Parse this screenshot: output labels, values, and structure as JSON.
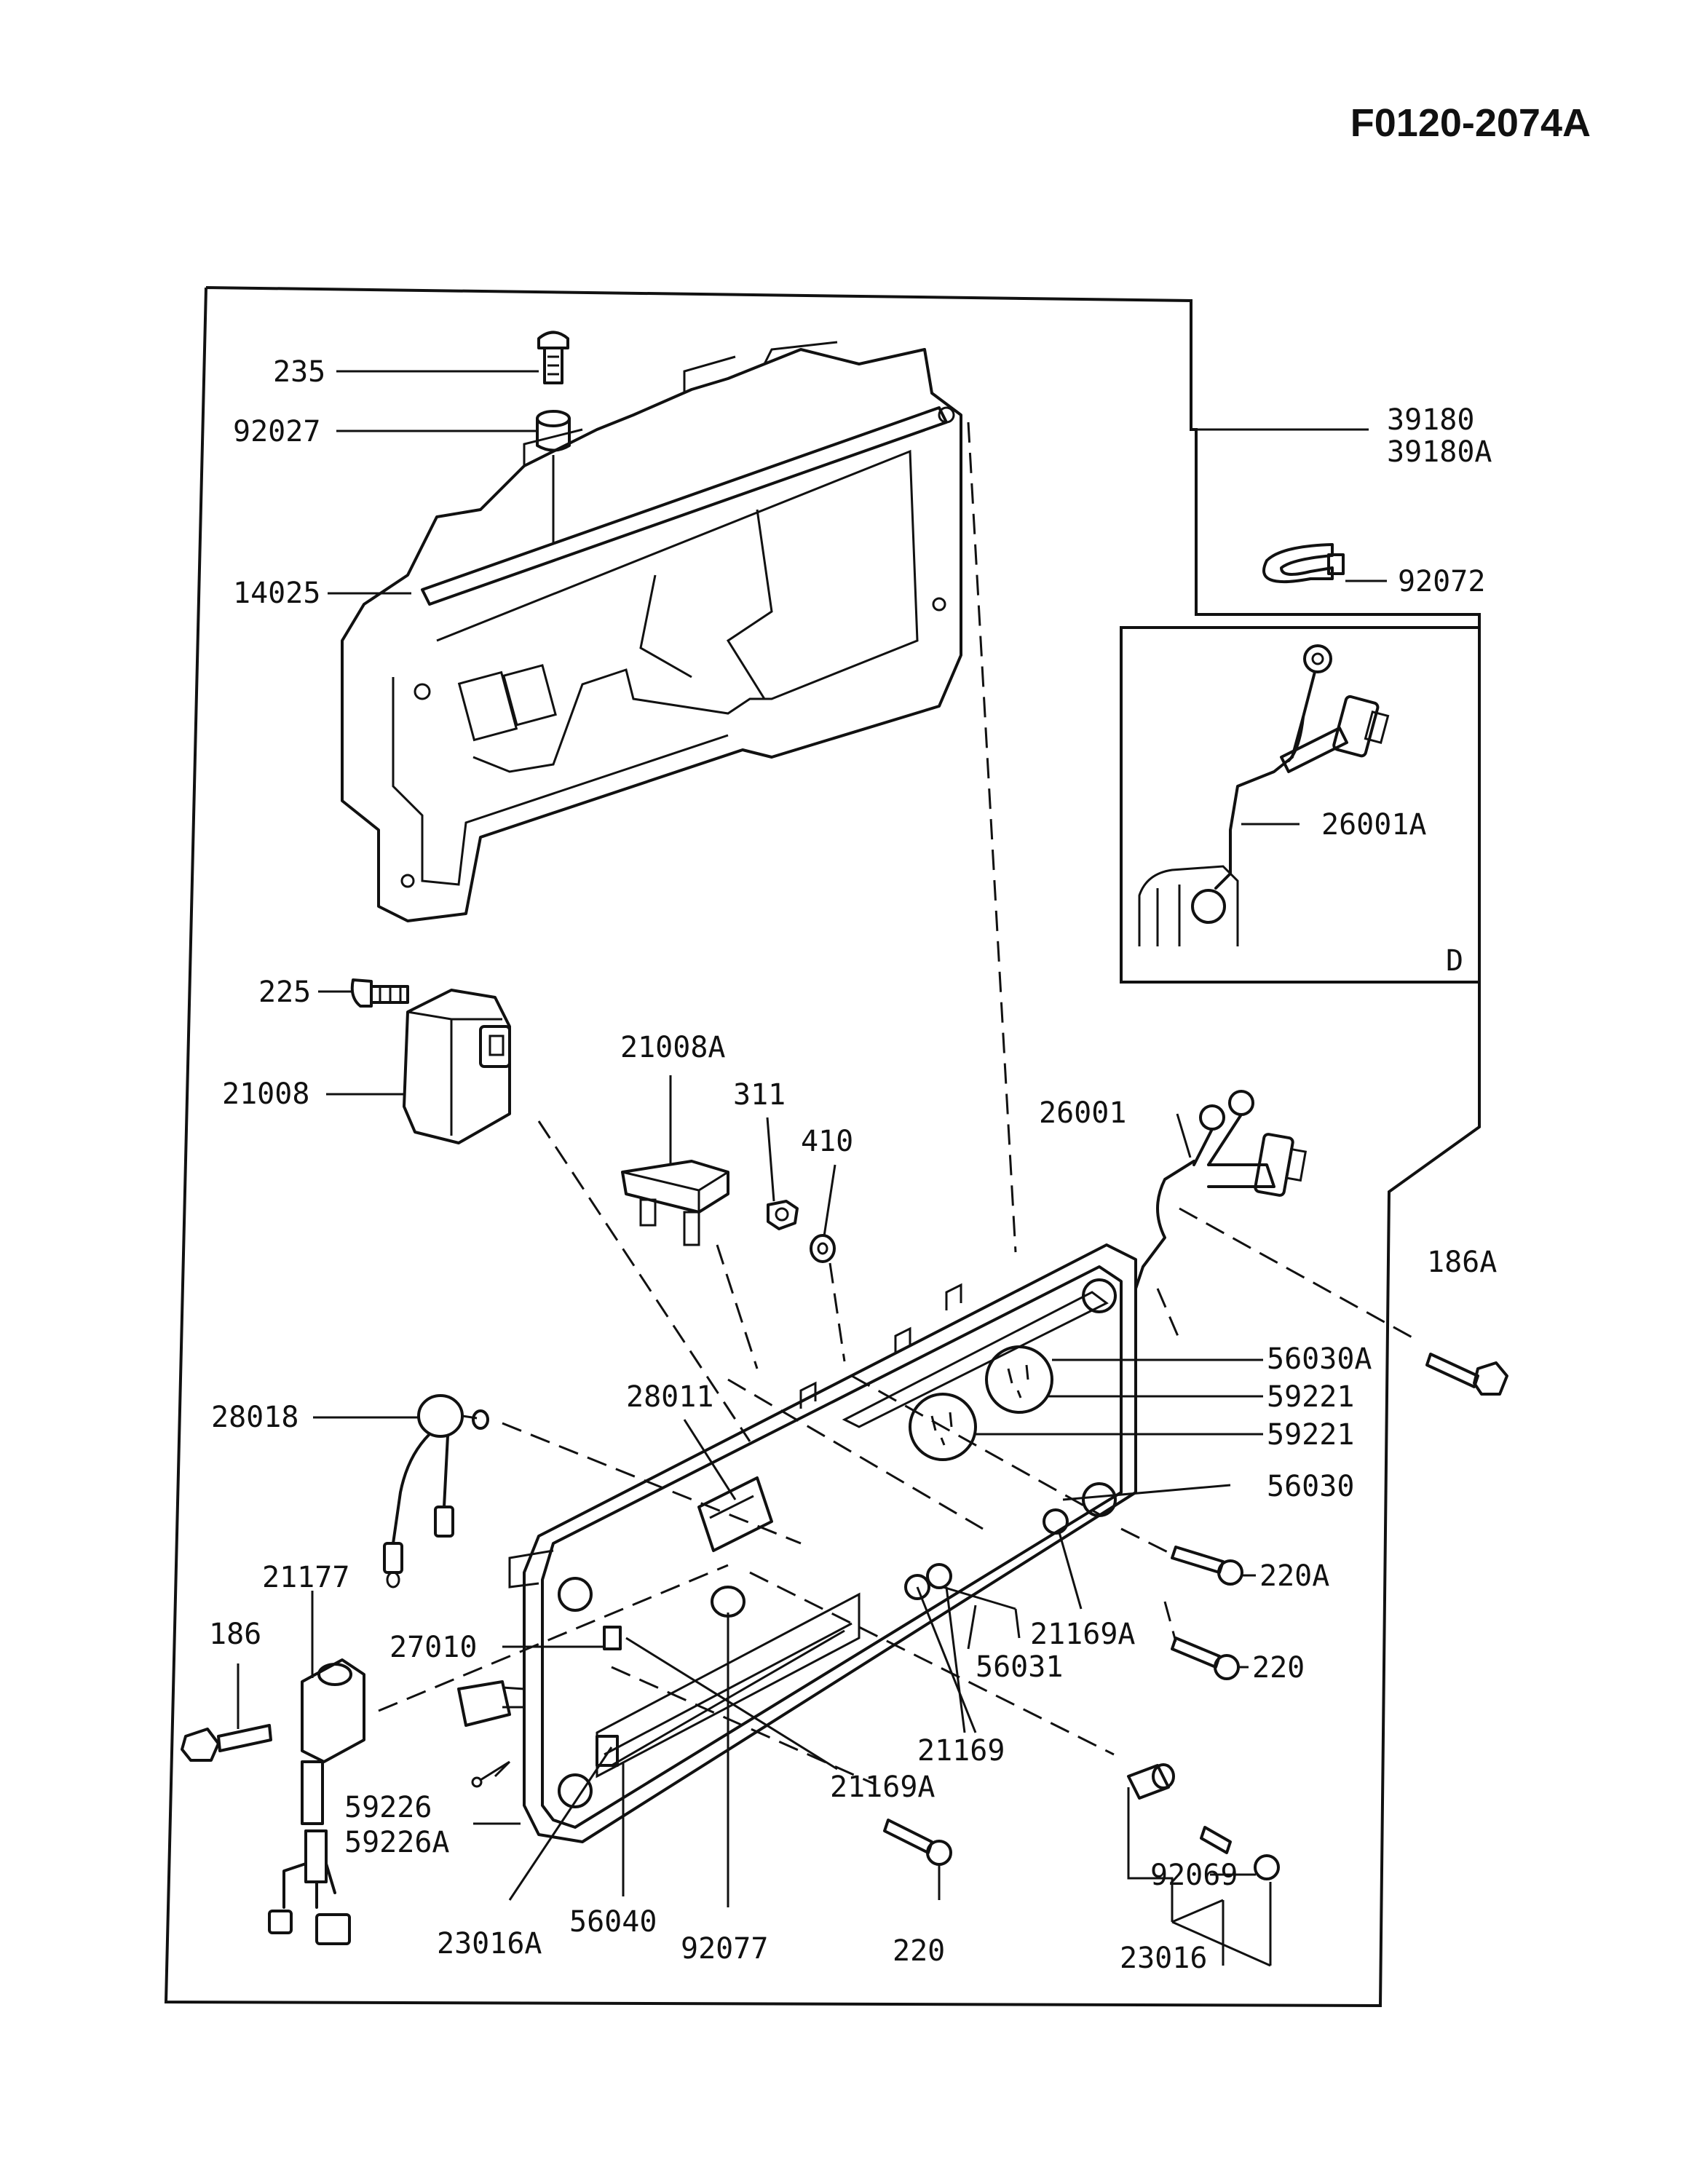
{
  "header": {
    "drawing_number": "F0120-2074A"
  },
  "detail": {
    "letter": "D"
  },
  "callouts": [
    {
      "id": "235",
      "text": "235"
    },
    {
      "id": "92027",
      "text": "92027"
    },
    {
      "id": "14025",
      "text": "14025"
    },
    {
      "id": "39180",
      "text": "39180"
    },
    {
      "id": "39180A",
      "text": "39180A"
    },
    {
      "id": "92072",
      "text": "92072"
    },
    {
      "id": "26001A",
      "text": "26001A"
    },
    {
      "id": "225",
      "text": "225"
    },
    {
      "id": "21008",
      "text": "21008"
    },
    {
      "id": "21008A",
      "text": "21008A"
    },
    {
      "id": "311",
      "text": "311"
    },
    {
      "id": "410",
      "text": "410"
    },
    {
      "id": "26001",
      "text": "26001"
    },
    {
      "id": "186A",
      "text": "186A"
    },
    {
      "id": "56030A",
      "text": "56030A"
    },
    {
      "id": "59221a",
      "text": "59221"
    },
    {
      "id": "59221b",
      "text": "59221"
    },
    {
      "id": "56030",
      "text": "56030"
    },
    {
      "id": "28018",
      "text": "28018"
    },
    {
      "id": "28011",
      "text": "28011"
    },
    {
      "id": "220A",
      "text": "220A"
    },
    {
      "id": "21177",
      "text": "21177"
    },
    {
      "id": "21169Aa",
      "text": "21169A"
    },
    {
      "id": "186",
      "text": "186"
    },
    {
      "id": "27010",
      "text": "27010"
    },
    {
      "id": "56031",
      "text": "56031"
    },
    {
      "id": "220a",
      "text": "220"
    },
    {
      "id": "21169",
      "text": "21169"
    },
    {
      "id": "21169Ab",
      "text": "21169A"
    },
    {
      "id": "59226",
      "text": "59226"
    },
    {
      "id": "59226A",
      "text": "59226A"
    },
    {
      "id": "92069",
      "text": "92069"
    },
    {
      "id": "23016A",
      "text": "23016A"
    },
    {
      "id": "56040",
      "text": "56040"
    },
    {
      "id": "92077",
      "text": "92077"
    },
    {
      "id": "220b",
      "text": "220"
    },
    {
      "id": "23016",
      "text": "23016"
    }
  ]
}
